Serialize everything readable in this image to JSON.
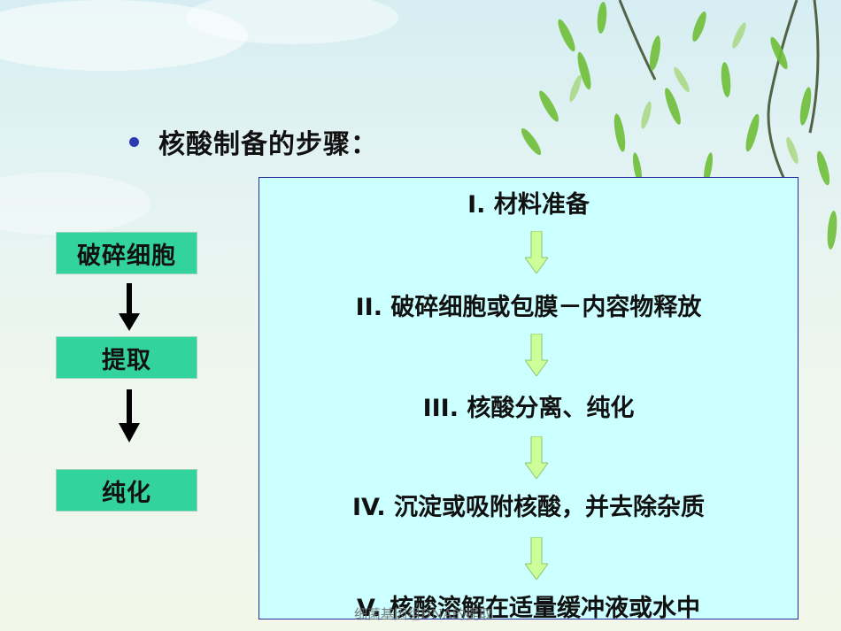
{
  "slide": {
    "title": "核酸制备的步骤："
  },
  "process_stages": [
    {
      "label": "破碎细胞"
    },
    {
      "label": "提取"
    },
    {
      "label": "纯化"
    }
  ],
  "steps": [
    {
      "label": "I. 材料准备"
    },
    {
      "label": "II. 破碎细胞或包膜－内容物释放"
    },
    {
      "label": "III. 核酸分离、纯化"
    },
    {
      "label": "IV. 沉淀或吸附核酸，并去除杂质"
    },
    {
      "label": "V. 核酸溶解在适量缓冲液或水中"
    }
  ],
  "footer": {
    "text": "细菌基因组DNA的提取"
  },
  "colors": {
    "stage_box": "#33d39e",
    "panel_bg": "#ccffff",
    "panel_border": "#2a2aa0",
    "step_arrow_fill": "#ccff99",
    "bullet": "#2d3bb0"
  }
}
